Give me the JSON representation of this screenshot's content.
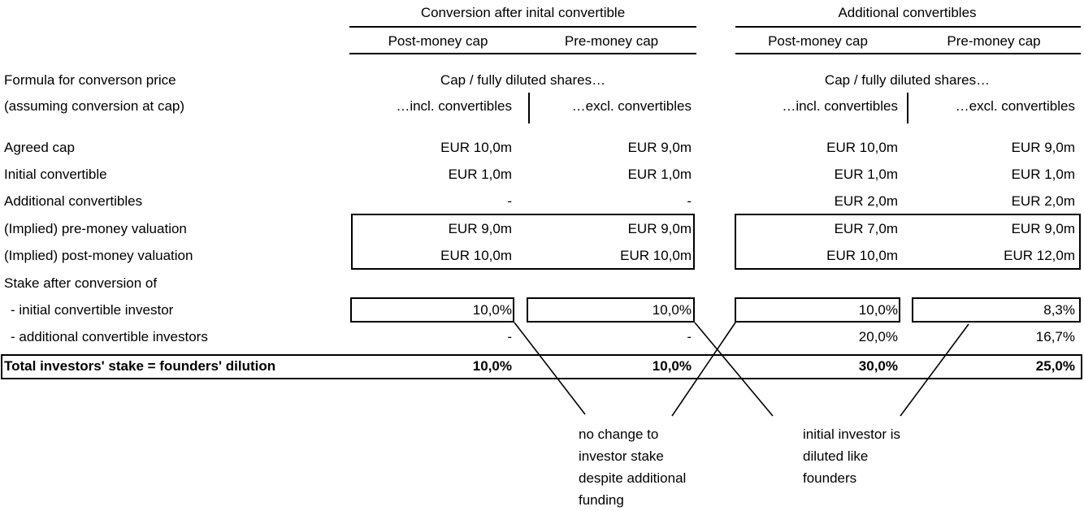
{
  "sheet": {
    "groups": [
      {
        "title": "Conversion after inital convertible",
        "col1": "Post-money cap",
        "col2": "Pre-money cap"
      },
      {
        "title": "Additional convertibles",
        "col1": "Post-money cap",
        "col2": "Pre-money cap"
      }
    ],
    "formula_row": {
      "label_line1": "Formula for converson price",
      "label_line2": "(assuming conversion at cap)",
      "formula": "Cap / fully diluted shares…",
      "incl": "…incl. convertibles",
      "excl": "…excl. convertibles"
    },
    "rows": [
      {
        "label": "Agreed cap",
        "values": [
          "EUR 10,0m",
          "EUR 9,0m",
          "EUR 10,0m",
          "EUR 9,0m"
        ]
      },
      {
        "label": "Initial convertible",
        "values": [
          "EUR 1,0m",
          "EUR 1,0m",
          "EUR 1,0m",
          "EUR 1,0m"
        ]
      },
      {
        "label": "Additional convertibles",
        "values": [
          "-",
          "-",
          "EUR 2,0m",
          "EUR 2,0m"
        ]
      },
      {
        "label": "(Implied) pre-money valuation",
        "values": [
          "EUR 9,0m",
          "EUR 9,0m",
          "EUR 7,0m",
          "EUR 9,0m"
        ]
      },
      {
        "label": "(Implied) post-money valuation",
        "values": [
          "EUR 10,0m",
          "EUR 10,0m",
          "EUR 10,0m",
          "EUR 12,0m"
        ]
      },
      {
        "label": "Stake after conversion of",
        "values": [
          "",
          "",
          "",
          ""
        ]
      },
      {
        "label": "- initial convertible investor",
        "values": [
          "10,0%",
          "10,0%",
          "10,0%",
          "8,3%"
        ]
      },
      {
        "label": "- additional convertible investors",
        "values": [
          "-",
          "-",
          "20,0%",
          "16,7%"
        ]
      },
      {
        "label": "Total investors' stake = founders' dilution",
        "values": [
          "10,0%",
          "10,0%",
          "30,0%",
          "25,0%"
        ]
      }
    ],
    "annotations": [
      {
        "lines": [
          "no change to",
          "investor stake",
          "despite additional",
          "funding"
        ]
      },
      {
        "lines": [
          "initial investor is",
          "diluted like",
          "founders"
        ]
      }
    ]
  }
}
